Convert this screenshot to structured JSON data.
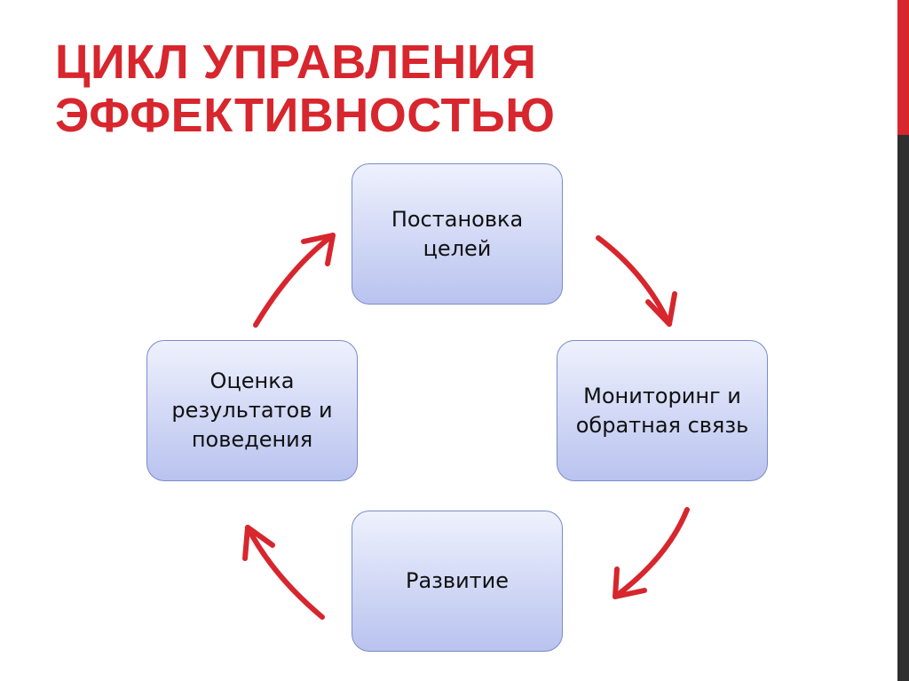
{
  "slide": {
    "title_line1": "ЦИКЛ УПРАВЛЕНИЯ",
    "title_line2": "ЭФФЕКТИВНОСТЬЮ"
  },
  "cycle": {
    "steps": [
      {
        "label": "Постановка целей"
      },
      {
        "label": "Мониторинг и обратная связь"
      },
      {
        "label": "Развитие"
      },
      {
        "label": "Оценка результатов и поведения"
      }
    ]
  },
  "colors": {
    "accent_red": "#d7262d",
    "box_border": "#7a8cc8",
    "box_fill_top": "#eef1fd",
    "box_fill_bottom": "#b9c3ef",
    "side_bar": "#2f2f2f"
  }
}
